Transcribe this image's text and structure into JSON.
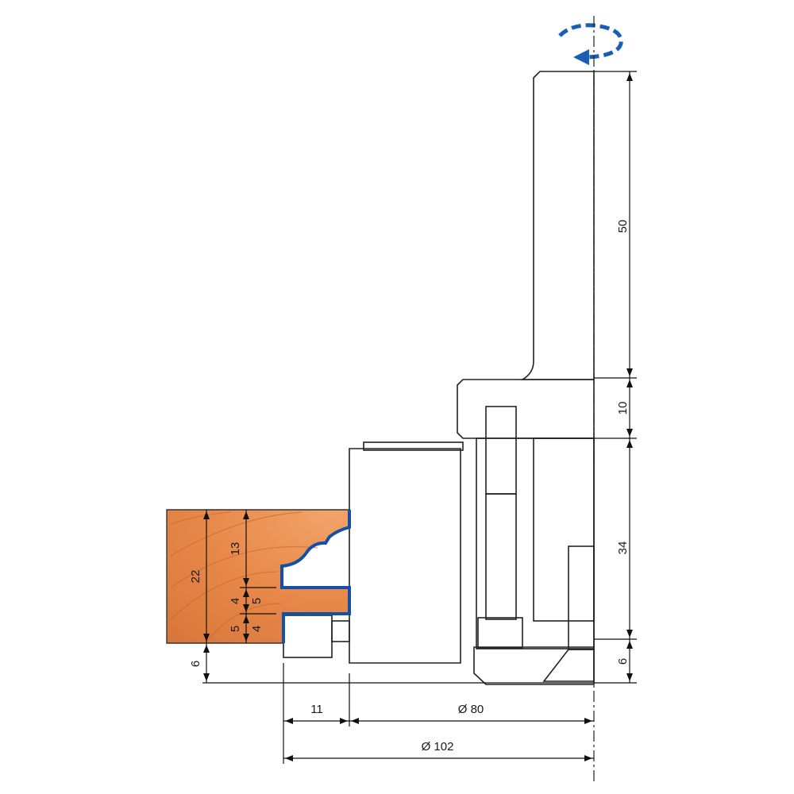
{
  "title": "Router bit cross-section with dimensions",
  "colors": {
    "cutter": "#bcd6e6",
    "wood": "#e8894a",
    "profile_outline": "#1550a8",
    "rotation_arrow": "#1a5fb4",
    "metal": "#d8d8d8"
  },
  "icons": {
    "rotation": "rotation-arrow-icon"
  },
  "dimensions": {
    "shank_length": "50",
    "collar_height": "10",
    "body_height": "34",
    "bottom_height": "6",
    "workpiece_thickness": "22",
    "profile_top": "13",
    "tongue_a": "4",
    "tongue_b": "5",
    "groove_a": "5",
    "groove_b": "4",
    "bearing_offset": "6",
    "cut_depth": "11",
    "diameter_body": "Ø 80",
    "diameter_total": "Ø 102"
  }
}
